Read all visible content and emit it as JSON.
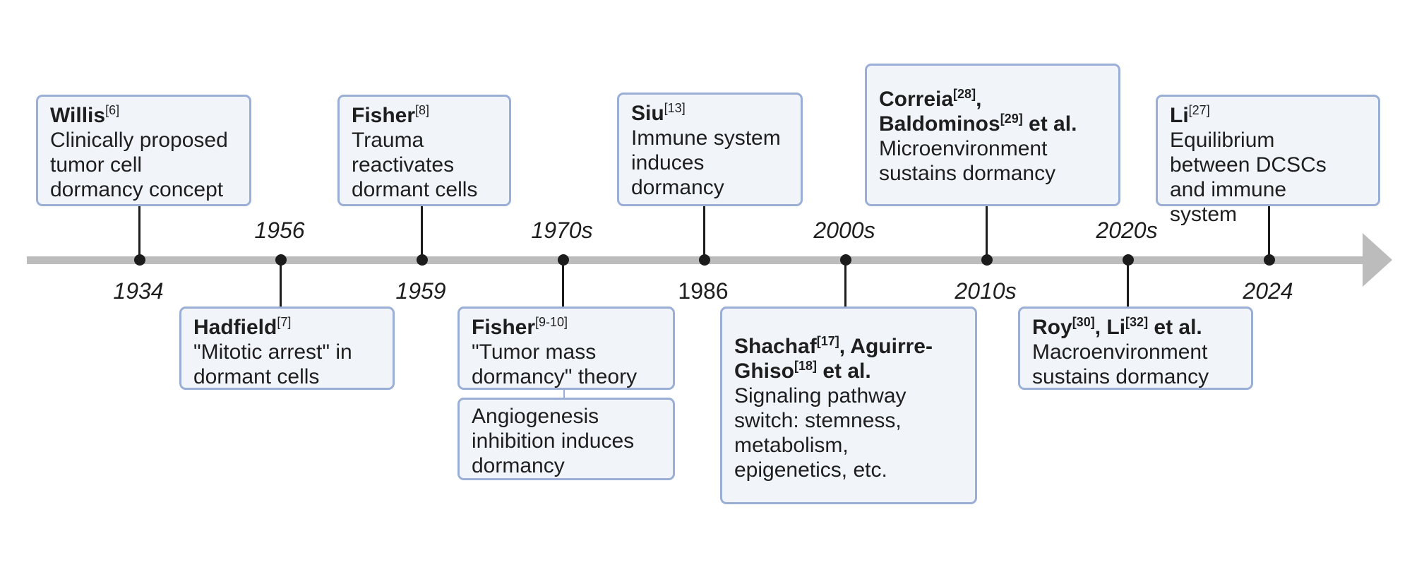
{
  "timeline": {
    "years": [
      "1934",
      "1956",
      "1959",
      "1970s",
      "1986",
      "2000s",
      "2010s",
      "2020s",
      "2024"
    ]
  },
  "events": {
    "willis": {
      "author": "Willis",
      "ref": "[6]",
      "text": "Clinically proposed tumor cell dormancy concept"
    },
    "hadfield": {
      "author": "Hadfield",
      "ref": "[7]",
      "text": "\"Mitotic arrest\" in dormant cells"
    },
    "fisher8": {
      "author": "Fisher",
      "ref": "[8]",
      "text": "Trauma reactivates dormant cells"
    },
    "fisher910": {
      "author": "Fisher",
      "ref": "[9-10]",
      "text": "\"Tumor mass dormancy\" theory"
    },
    "angio": {
      "text": "Angiogenesis inhibition induces dormancy"
    },
    "siu": {
      "author": "Siu",
      "ref": "[13]",
      "text": "Immune system induces dormancy"
    },
    "shachaf": {
      "author1": "Shachaf",
      "ref1": "[17]",
      "sep": ", ",
      "author2": "Aguirre-Ghiso",
      "ref2": "[18]",
      "etal": " et al.",
      "text": "Signaling pathway switch: stemness, metabolism, epigenetics, etc."
    },
    "correia": {
      "author1": "Correia",
      "ref1": "[28]",
      "sep": ",",
      "author2": "Baldominos",
      "ref2": "[29]",
      "etal": " et al.",
      "text": "Microenvironment sustains dormancy"
    },
    "roy": {
      "author1": "Roy",
      "ref1": "[30]",
      "sep": ", ",
      "author2": "Li",
      "ref2": "[32]",
      "etal": " et al.",
      "text": "Macroenvironment sustains dormancy"
    },
    "li27": {
      "author": "Li",
      "ref": "[27]",
      "text": "Equilibrium between DCSCs and immune system"
    }
  }
}
